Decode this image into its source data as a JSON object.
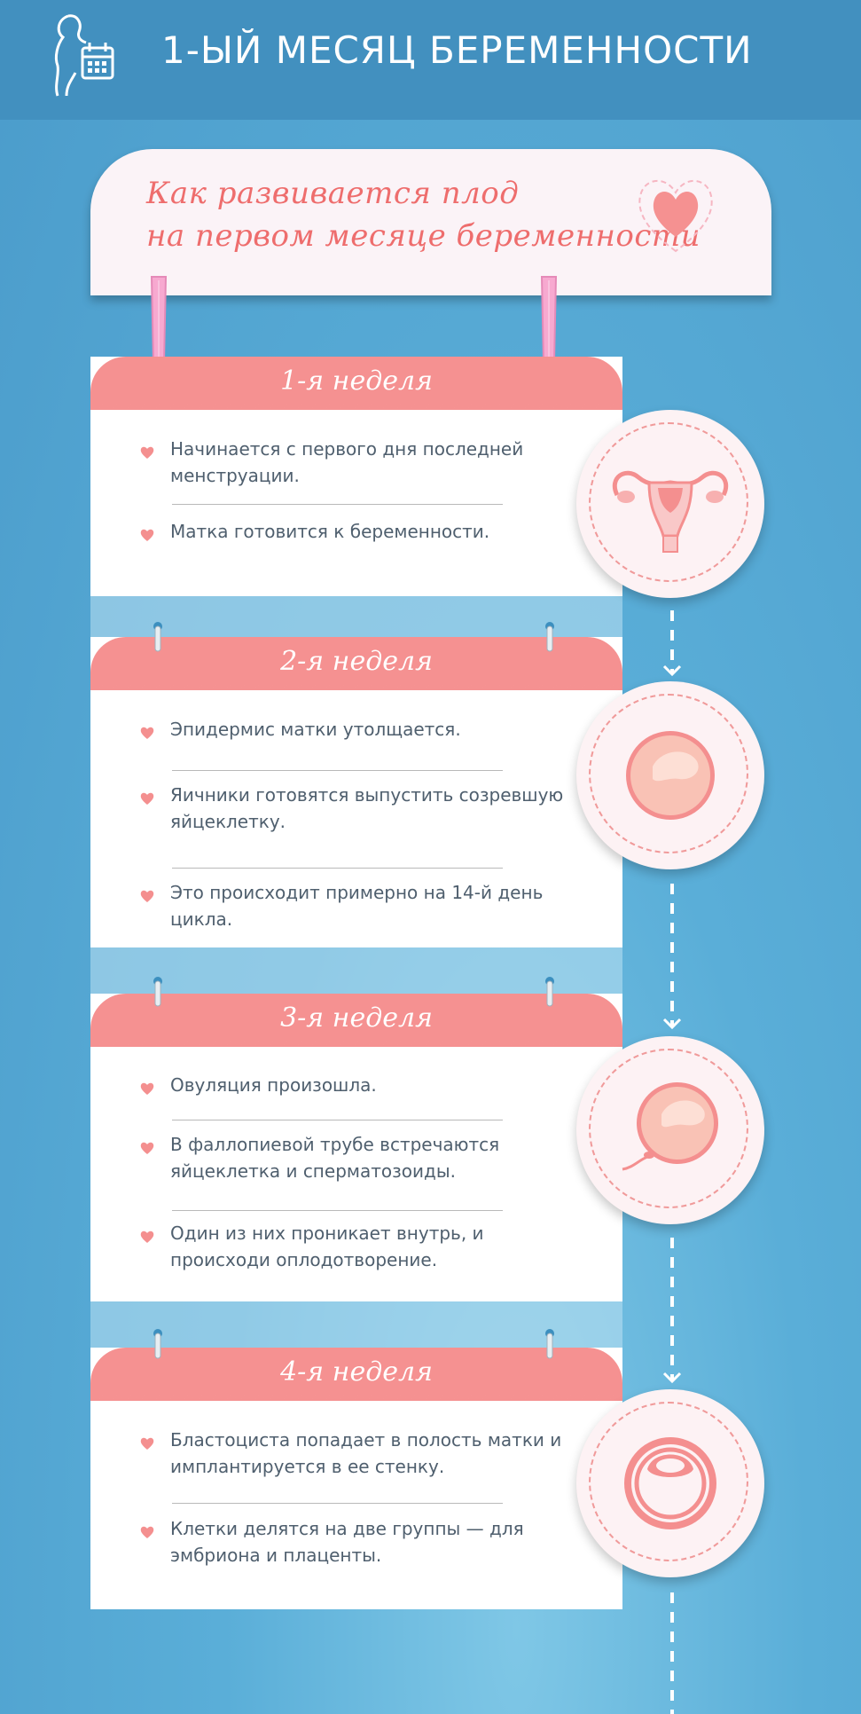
{
  "header": {
    "title": "1-ЫЙ МЕСЯЦ БЕРЕМЕННОСТИ",
    "icon": "pregnancy-calendar-icon"
  },
  "banner": {
    "line1": "Как развивается плод",
    "line2": "на первом месяце беременности",
    "icon": "heart-icon"
  },
  "weeks": [
    {
      "title": "1-я неделя",
      "items": [
        "Начинается с первого дня последней менструации.",
        "Матка готовится к беременности."
      ],
      "icon": "uterus-icon"
    },
    {
      "title": "2-я  неделя",
      "items": [
        "Эпидермис матки утолщается.",
        "Яичники готовятся выпустить созревшую яйцеклетку.",
        "Это происходит примерно на 14-й день цикла."
      ],
      "icon": "egg-cell-icon"
    },
    {
      "title": "3-я  неделя",
      "items": [
        "Овуляция произошла.",
        "В фаллопиевой трубе встречаются яйцеклетка и сперматозоиды.",
        "Один из них проникает внутрь, и происходи  оплодотворение."
      ],
      "icon": "fertilization-icon"
    },
    {
      "title": "4-я   неделя",
      "items": [
        "Бластоциста попадает в полость матки и имплантируется в ее стенку.",
        "Клетки делятся на две группы — для эмбриона и плаценты."
      ],
      "icon": "blastocyst-icon"
    }
  ],
  "colors": {
    "header_bg": "#4290bf",
    "accent": "#f59191",
    "title_red": "#ee6d6d",
    "text": "#4f5f6e"
  }
}
